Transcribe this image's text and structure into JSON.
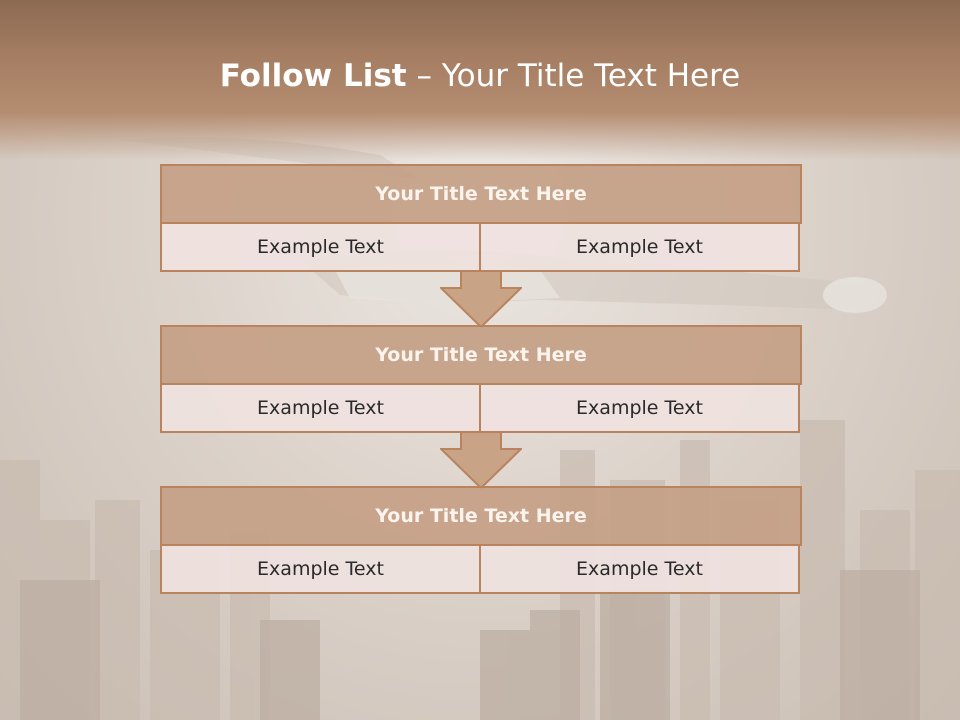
{
  "slide": {
    "title_bold": "Follow List",
    "title_rest": " – Your Title Text Here"
  },
  "blocks": [
    {
      "title": "Your Title Text Here",
      "left": "Example Text",
      "right": "Example Text"
    },
    {
      "title": "Your Title Text Here",
      "left": "Example Text",
      "right": "Example Text"
    },
    {
      "title": "Your Title Text Here",
      "left": "Example Text",
      "right": "Example Text"
    }
  ],
  "colors": {
    "header": "#a57d62",
    "box_fill": "#c4a085",
    "box_border": "#b9835e",
    "cell_fill": "#efe2df"
  }
}
